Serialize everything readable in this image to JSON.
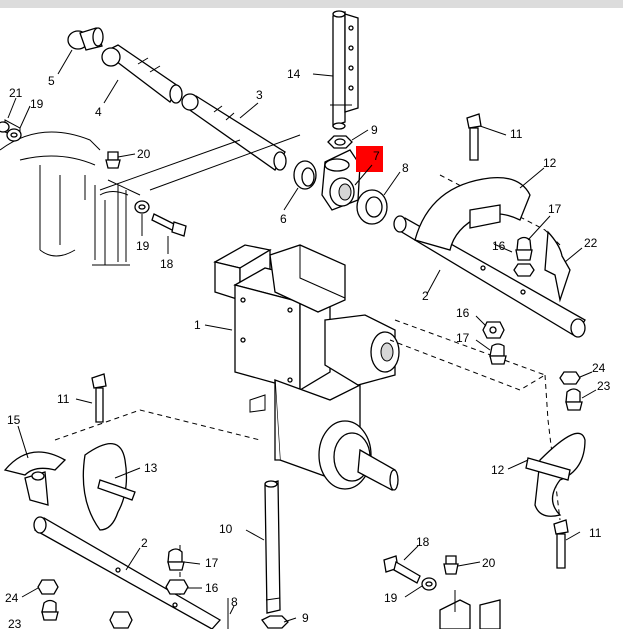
{
  "diagram": {
    "callouts": [
      {
        "id": "c5",
        "text": "5"
      },
      {
        "id": "c4",
        "text": "4"
      },
      {
        "id": "c3",
        "text": "3"
      },
      {
        "id": "c14",
        "text": "14"
      },
      {
        "id": "c21",
        "text": "21"
      },
      {
        "id": "c19a",
        "text": "19"
      },
      {
        "id": "c20a",
        "text": "20"
      },
      {
        "id": "c9a",
        "text": "9"
      },
      {
        "id": "c7",
        "text": "7"
      },
      {
        "id": "c8a",
        "text": "8"
      },
      {
        "id": "c11a",
        "text": "11"
      },
      {
        "id": "c12a",
        "text": "12"
      },
      {
        "id": "c6",
        "text": "6"
      },
      {
        "id": "c19b",
        "text": "19"
      },
      {
        "id": "c18a",
        "text": "18"
      },
      {
        "id": "c17a",
        "text": "17"
      },
      {
        "id": "c22",
        "text": "22"
      },
      {
        "id": "c16a",
        "text": "16"
      },
      {
        "id": "c2a",
        "text": "2"
      },
      {
        "id": "c1",
        "text": "1"
      },
      {
        "id": "c16b",
        "text": "16"
      },
      {
        "id": "c17b",
        "text": "17"
      },
      {
        "id": "c24a",
        "text": "24"
      },
      {
        "id": "c23a",
        "text": "23"
      },
      {
        "id": "c11b",
        "text": "11"
      },
      {
        "id": "c15",
        "text": "15"
      },
      {
        "id": "c13",
        "text": "13"
      },
      {
        "id": "c12b",
        "text": "12"
      },
      {
        "id": "c10",
        "text": "10"
      },
      {
        "id": "c2b",
        "text": "2"
      },
      {
        "id": "c17c",
        "text": "17"
      },
      {
        "id": "c16c",
        "text": "16"
      },
      {
        "id": "c11c",
        "text": "11"
      },
      {
        "id": "c18b",
        "text": "18"
      },
      {
        "id": "c20b",
        "text": "20"
      },
      {
        "id": "c19c",
        "text": "19"
      },
      {
        "id": "c24b",
        "text": "24"
      },
      {
        "id": "c23b",
        "text": "23"
      },
      {
        "id": "c8b",
        "text": "8"
      },
      {
        "id": "c9b",
        "text": "9"
      }
    ],
    "highlight": {
      "part": "7",
      "color": "#ff0000"
    }
  }
}
